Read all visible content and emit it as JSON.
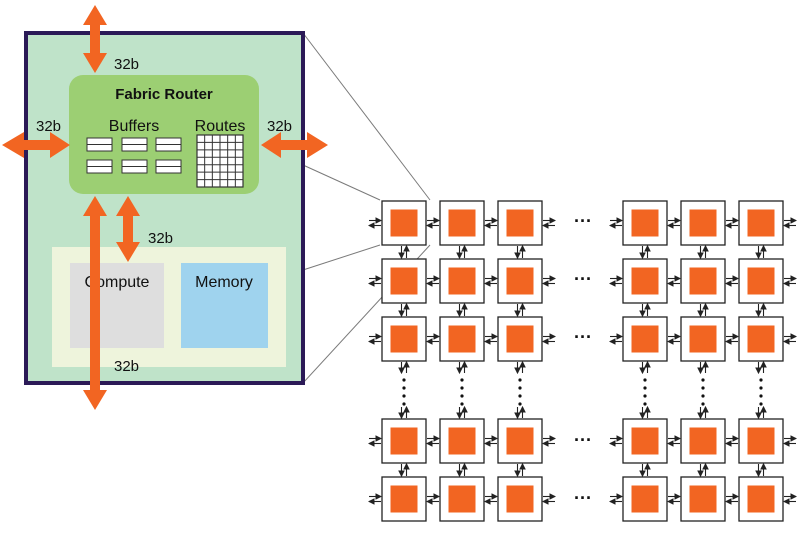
{
  "tile": {
    "router_title": "Fabric Router",
    "buffers_label": "Buffers",
    "routes_label": "Routes",
    "compute_label": "Compute",
    "memory_label": "Memory",
    "bw_top": "32b",
    "bw_left": "32b",
    "bw_right": "32b",
    "bw_inner": "32b",
    "bw_bottom": "32b"
  },
  "grid": {
    "ellipsis_h": "···",
    "ellipsis_v": "⋮"
  },
  "colors": {
    "tile_fill": "#bfe3c9",
    "tile_border": "#2b1a57",
    "router_fill": "#9ccf73",
    "compute_region": "#eef4dc",
    "compute_box": "#dedede",
    "memory_box": "#9fd3ee",
    "arrow": "#f26522",
    "pe_core": "#f26522"
  }
}
